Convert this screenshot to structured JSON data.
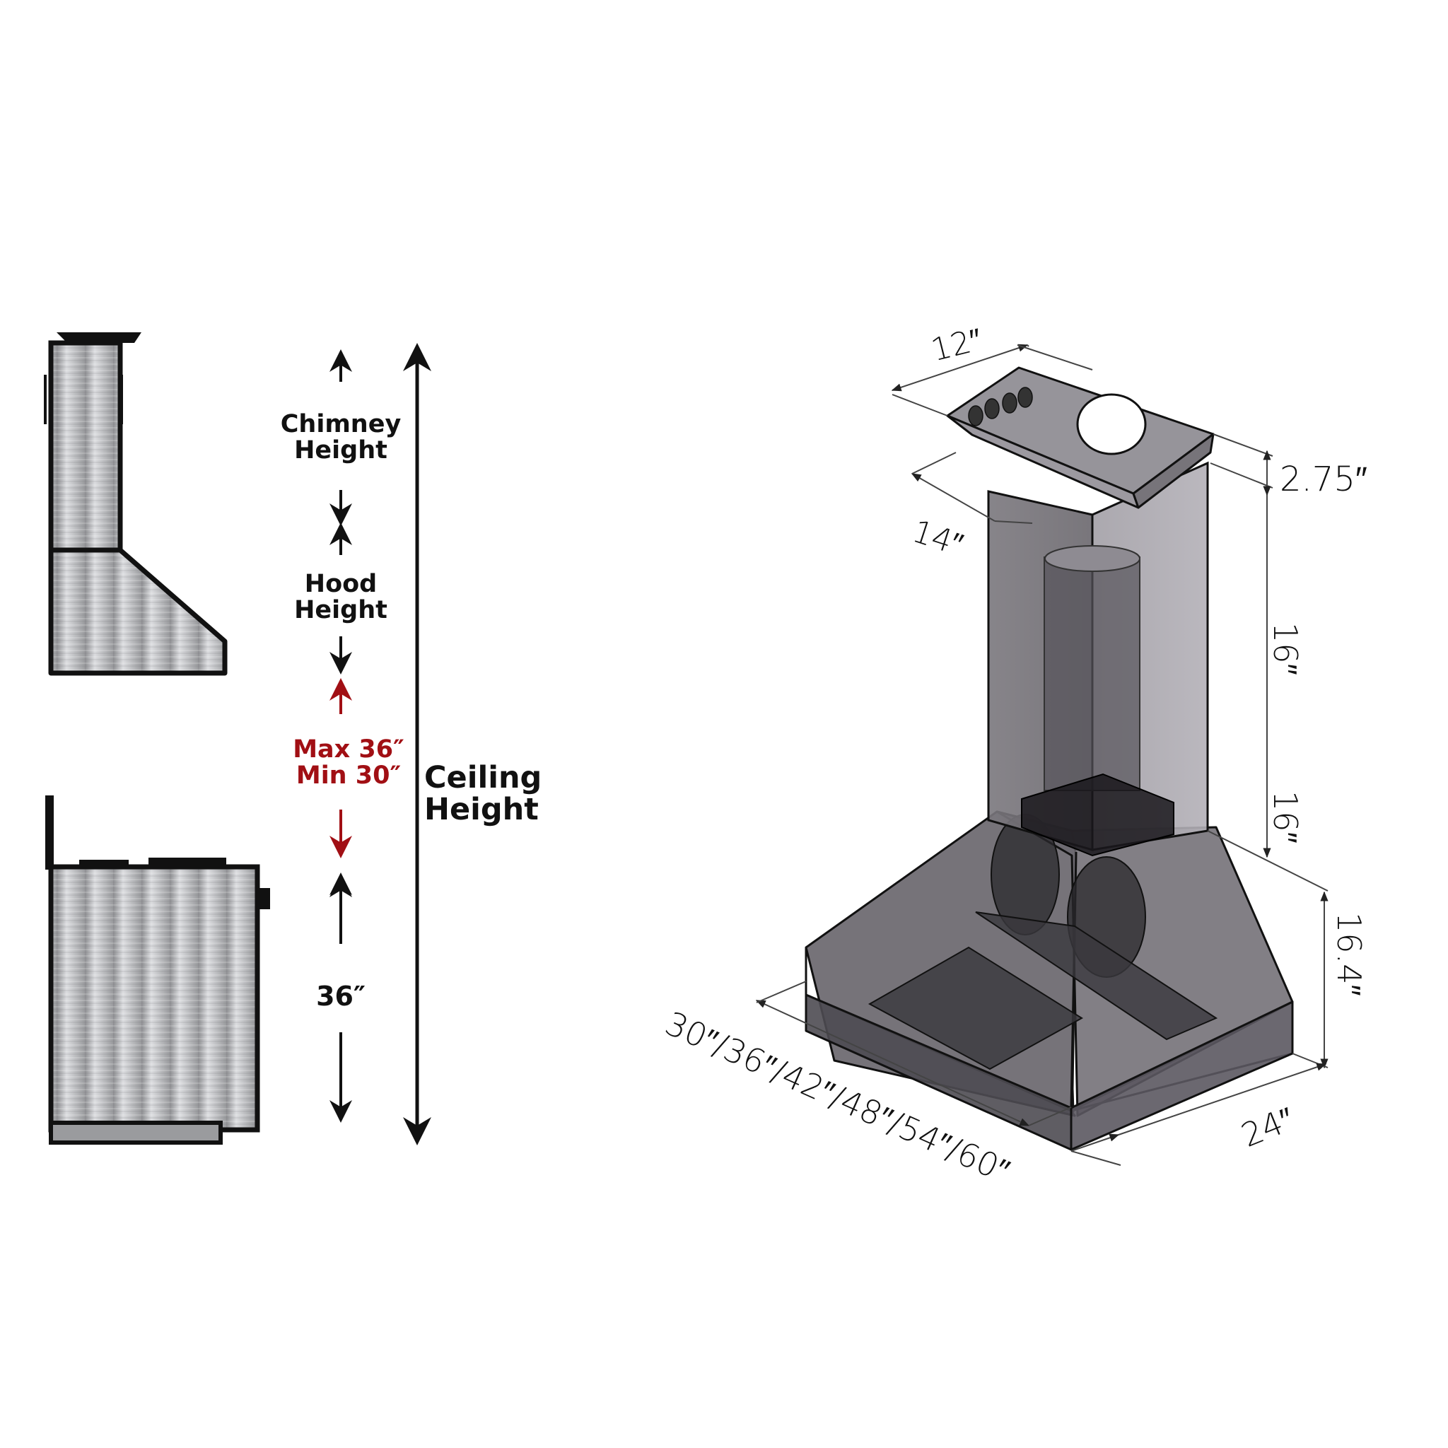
{
  "left_diagram": {
    "labels": {
      "chimney_height": [
        "Chimney",
        "Height"
      ],
      "hood_height": [
        "Hood",
        "Height"
      ],
      "clearance_max": "Max 36″",
      "clearance_min": "Min 30″",
      "ceiling_height": [
        "Ceiling",
        "Height"
      ],
      "counter_height": "36″"
    },
    "colors": {
      "text": "#111111",
      "clearance_accent": "#a10f14",
      "steel_light": "#d9dadc",
      "steel_dark": "#8a8b8e"
    }
  },
  "right_diagram": {
    "dimensions": {
      "crown_depth": "12″",
      "chimney_depth": "14″",
      "crown_height": "2.75″",
      "chimney_upper": "16″",
      "chimney_lower": "16″",
      "hood_height": "16.4″",
      "hood_depth": "24″",
      "widths": "30″/36″/42″/48″/54″/60″"
    },
    "colors": {
      "body_fill": "#6f6c72",
      "body_fill_light": "#a6a3aa",
      "edge": "#111111",
      "dimension_line": "#555555"
    }
  }
}
